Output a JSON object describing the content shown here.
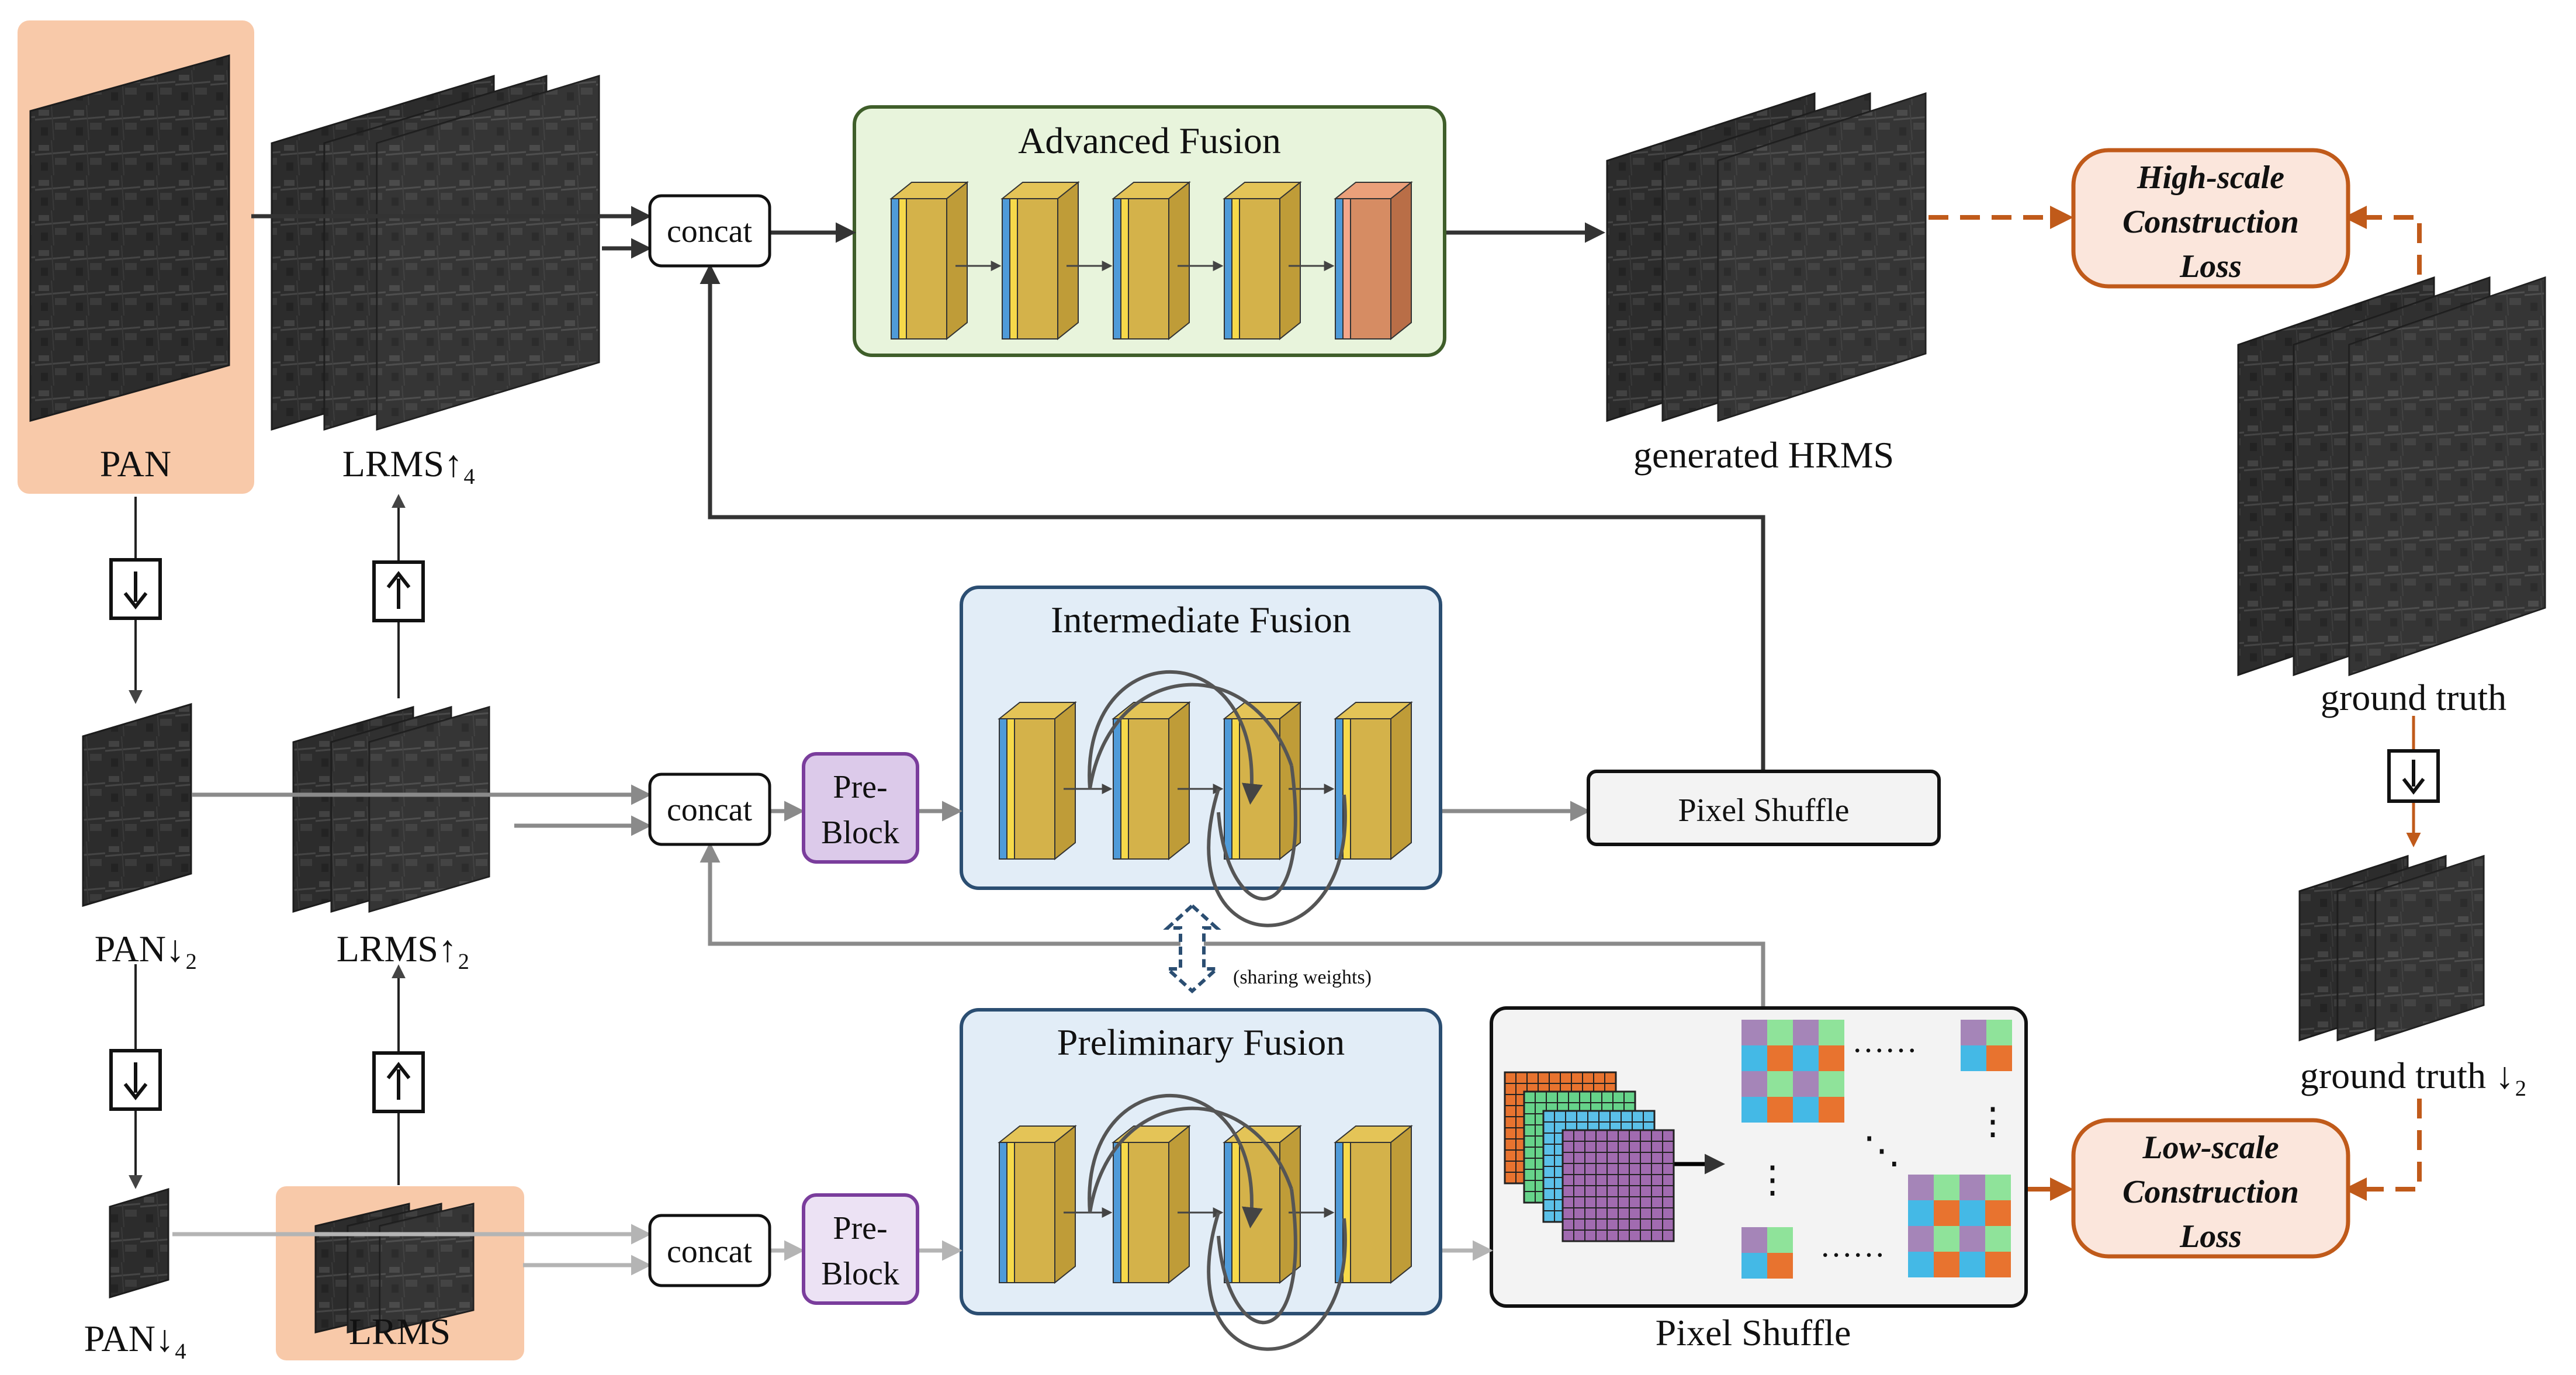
{
  "labels": {
    "pan": "PAN",
    "lrms_up4": "LRMS↑₄",
    "pan_down2": "PAN↓₂",
    "lrms_up2": "LRMS↑₂",
    "pan_down4": "PAN↓₄",
    "lrms": "LRMS",
    "generated_hrms": "generated HRMS",
    "ground_truth": "ground truth",
    "ground_truth_down2": "ground truth ↓₂",
    "pixel_shuffle_bottom": "Pixel Shuffle",
    "sharing_weights": "(sharing weights)",
    "dots_h": "……",
    "dots_v": "⋮",
    "dots_d": "⋱"
  },
  "boxes": {
    "concat": "concat",
    "pre_block_line1": "Pre-",
    "pre_block_line2": "Block",
    "pixel_shuffle": "Pixel Shuffle"
  },
  "modules": {
    "advanced": "Advanced Fusion",
    "intermediate": "Intermediate Fusion",
    "preliminary": "Preliminary Fusion"
  },
  "losses": {
    "high": [
      "High-scale",
      "Construction",
      "Loss"
    ],
    "low": [
      "Low-scale",
      "Construction",
      "Loss"
    ]
  },
  "colors": {
    "orange_bg": "#f8c9a9",
    "advanced_bg": "#e8f4dc",
    "advanced_border": "#3f5e2a",
    "fusion_bg": "#e2edf7",
    "fusion_border": "#2b4e72",
    "pre_block_bg": "#dccaea",
    "pre_block_border": "#7a3d9c",
    "loss_bg": "#fbe6dc",
    "loss_border": "#c05a1a",
    "block_yellow": "#d4b24a",
    "block_front": "#f6d94a",
    "block_blue": "#4f9bd9",
    "block_last": "#d68c63",
    "dark_arrow": "#3a3a3a",
    "grey_arrow": "#8a8a8a",
    "light_arrow": "#b4b4b4",
    "orange_arrow": "#c05a1a"
  }
}
